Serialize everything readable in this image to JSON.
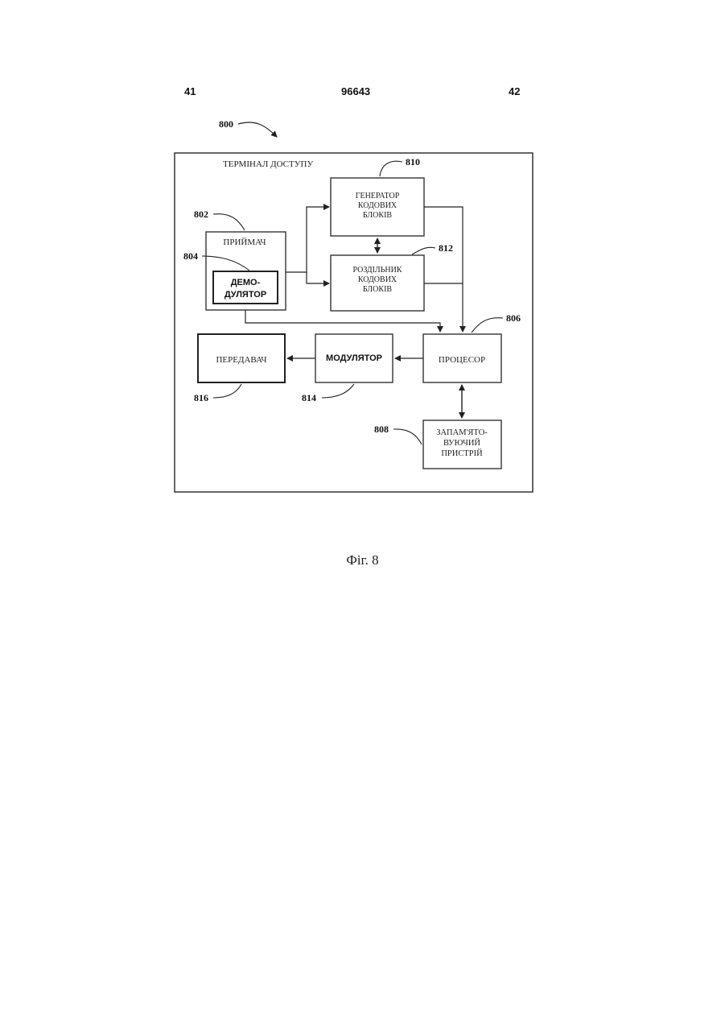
{
  "header": {
    "left_page": "41",
    "doc_number": "96643",
    "right_page": "42"
  },
  "figure": {
    "ref_main": "800",
    "terminal_label": "ТЕРМІНАЛ ДОСТУПУ",
    "blocks": {
      "receiver": {
        "ref": "802",
        "label": "ПРИЙМАЧ"
      },
      "demodulator": {
        "ref": "804",
        "line1": "ДЕМО-",
        "line2": "ДУЛЯТОР"
      },
      "generator": {
        "ref": "810",
        "line1": "ГЕНЕРАТОР",
        "line2": "КОДОВИХ",
        "line3": "БЛОКІВ"
      },
      "separator": {
        "ref": "812",
        "line1": "РОЗДІЛЬНИК",
        "line2": "КОДОВИХ",
        "line3": "БЛОКІВ"
      },
      "processor": {
        "ref": "806",
        "label": "ПРОЦЕСОР"
      },
      "modulator": {
        "ref": "814",
        "label": "МОДУЛЯТОР"
      },
      "transmitter": {
        "ref": "816",
        "label": "ПЕРЕДАВАЧ"
      },
      "memory": {
        "ref": "808",
        "line1": "ЗАПАМ'ЯТО-",
        "line2": "ВУЮЧИЙ",
        "line3": "ПРИСТРІЙ"
      }
    },
    "caption": "Фіг. 8"
  }
}
